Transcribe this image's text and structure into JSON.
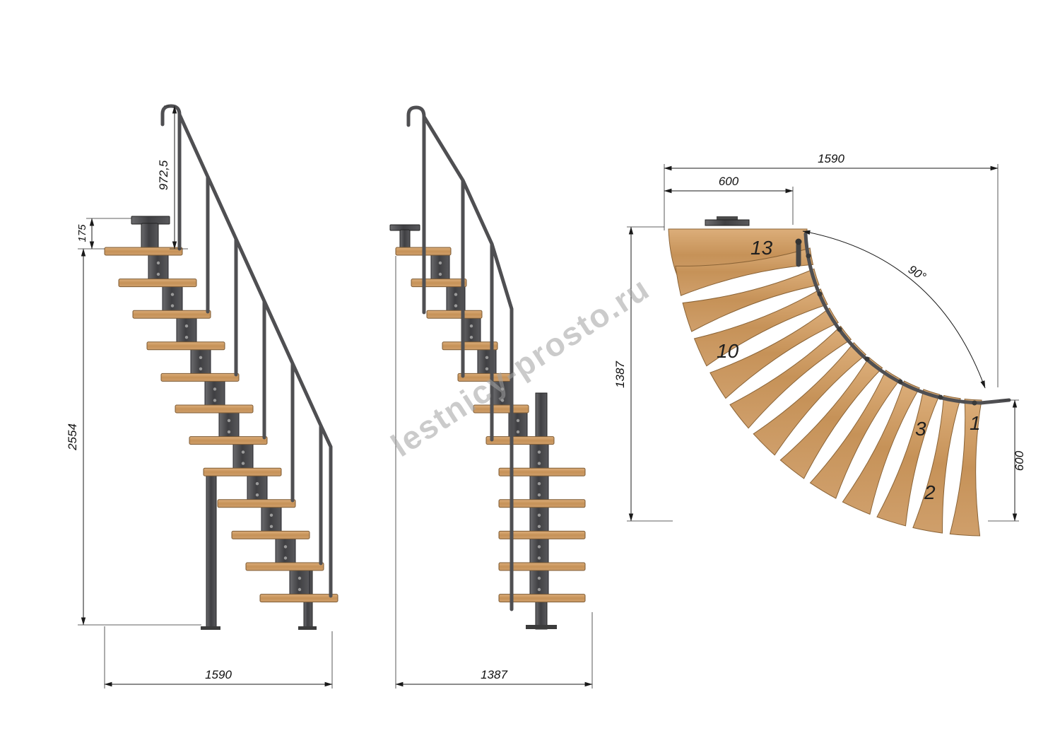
{
  "watermark": "lestnicy-prosto.ru",
  "side_view": {
    "dim_rail_height": "972,5",
    "dim_wall_offset": "175",
    "dim_total_height": "2554",
    "dim_run": "1590"
  },
  "front_view": {
    "dim_run": "1387"
  },
  "plan_view": {
    "dim_width": "1590",
    "dim_landing": "600",
    "dim_depth": "1387",
    "dim_first_step": "600",
    "dim_angle": "90°",
    "step_labels": {
      "s13": "13",
      "s10": "10",
      "s3": "3",
      "s1": "1",
      "s2": "2"
    }
  },
  "colors": {
    "wood": "#c99a66",
    "metal": "#4a4a4a",
    "dimension": "#1a1a1a",
    "watermark": "#a2a2a2"
  }
}
